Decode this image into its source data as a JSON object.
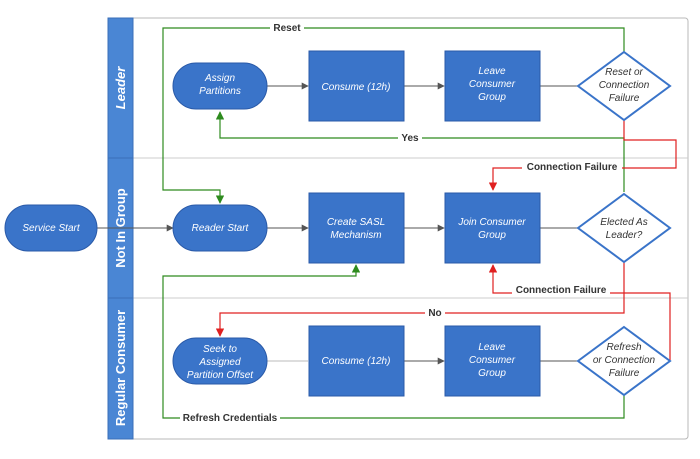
{
  "lanes": {
    "leader": "Leader",
    "not_in_group": "Not In Group",
    "regular_consumer": "Regular Consumer"
  },
  "nodes": {
    "service_start": "Service Start",
    "assign_partitions": [
      "Assign",
      "Partitions"
    ],
    "consume_leader": "Consume (12h)",
    "leave_group_leader": [
      "Leave",
      "Consumer",
      "Group"
    ],
    "reset_decision": [
      "Reset or",
      "Connection",
      "Failure"
    ],
    "reader_start": "Reader Start",
    "create_sasl": [
      "Create SASL",
      "Mechanism"
    ],
    "join_group": [
      "Join Consumer",
      "Group"
    ],
    "elected_decision": [
      "Elected As",
      "Leader?"
    ],
    "seek_offset": [
      "Seek to",
      "Assigned",
      "Partition Offset"
    ],
    "consume_regular": "Consume (12h)",
    "leave_group_regular": [
      "Leave",
      "Consumer",
      "Group"
    ],
    "refresh_decision": [
      "Refresh",
      "or Connection",
      "Failure"
    ]
  },
  "edge_labels": {
    "reset": "Reset",
    "yes": "Yes",
    "connection_failure_top": "Connection Failure",
    "connection_failure_mid": "Connection Failure",
    "no": "No",
    "refresh_credentials": "Refresh Credentials"
  },
  "colors": {
    "node_fill": "#3a74c9",
    "node_stroke": "#2a5aa8",
    "lane_header": "#4a86d4",
    "lane_header_edge": "#3a6fb8",
    "flow_grey": "#555555",
    "flow_green": "#2e8b1e",
    "flow_red": "#e02020",
    "lane_border": "#b8b8b8"
  }
}
